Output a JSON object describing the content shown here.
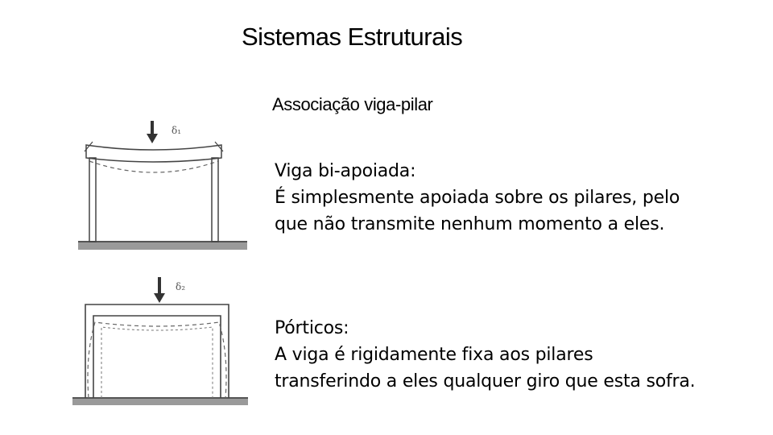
{
  "slide": {
    "title": "Sistemas Estruturais",
    "subtitle": "Associação viga-pilar",
    "section1": {
      "heading": "Viga bi-apoiada:",
      "line1": "É simplesmente apoiada sobre os pilares, pelo",
      "line2": "que não transmite nenhum momento a eles."
    },
    "section2": {
      "heading": "Pórticos:",
      "line1": "A viga é rigidamente fixa aos pilares",
      "line2": "transferindo a eles qualquer giro que esta sofra."
    },
    "figure1": {
      "load_label": "δ₁"
    },
    "figure2": {
      "load_label": "δ₂"
    }
  }
}
